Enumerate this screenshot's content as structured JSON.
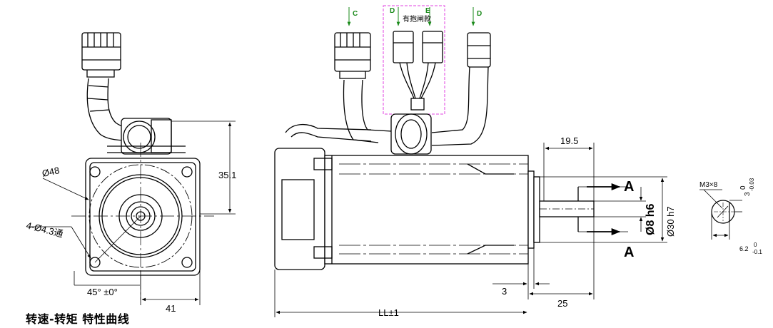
{
  "caption": "转速-转矩 特性曲线",
  "front_view": {
    "dim_diameter": "Ø48",
    "dim_holes": "4-Ø4.3通",
    "dim_height": "35.1",
    "dim_angle": "45° ±0°",
    "dim_width": "41"
  },
  "side_view": {
    "connector_labels": [
      "C",
      "D",
      "E",
      "D"
    ],
    "brake_label": "有抱闸款",
    "dim_shaft_len": "19.5",
    "section_mark": "A",
    "dim_shaft_dia": "Ø8 h6",
    "dim_spigot_dia": "Ø30 h7",
    "dim_spigot_len": "3",
    "dim_flange_to_end": "25",
    "dim_total_len": "LL±1"
  },
  "section_view": {
    "thread": "M3×8",
    "tol_top": "0",
    "tol_top_val": "3",
    "tol_top_lower": "-0.03",
    "tol_side_val": "6.2",
    "tol_side_upper": "0",
    "tol_side_lower": "-0.1"
  },
  "colors": {
    "line": "#000000",
    "green": "#1a8a1a",
    "magenta": "#e040e0"
  }
}
